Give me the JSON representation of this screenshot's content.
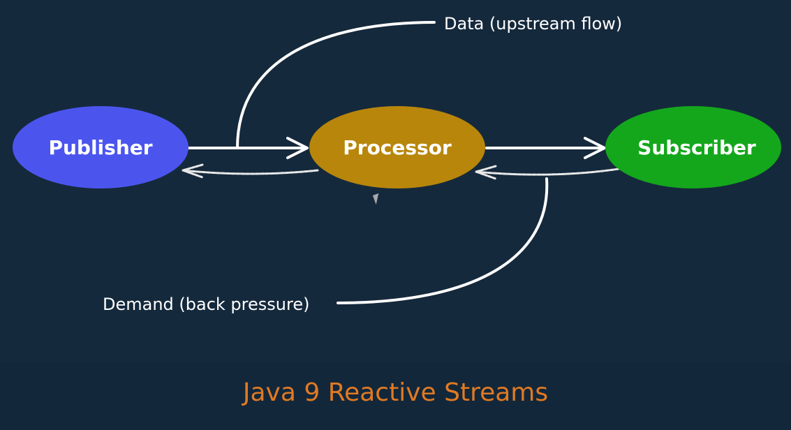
{
  "colors": {
    "background": "#15293c",
    "publisher": "#4b55ee",
    "processor": "#b8860b",
    "subscriber": "#14a71c",
    "arrow": "#ffffff",
    "title": "#e07a23"
  },
  "nodes": {
    "publisher": "Publisher",
    "processor": "Processor",
    "subscriber": "Subscriber"
  },
  "labels": {
    "data": "Data (upstream flow)",
    "demand": "Demand (back pressure)"
  },
  "footer": {
    "title": "Java 9 Reactive Streams"
  }
}
